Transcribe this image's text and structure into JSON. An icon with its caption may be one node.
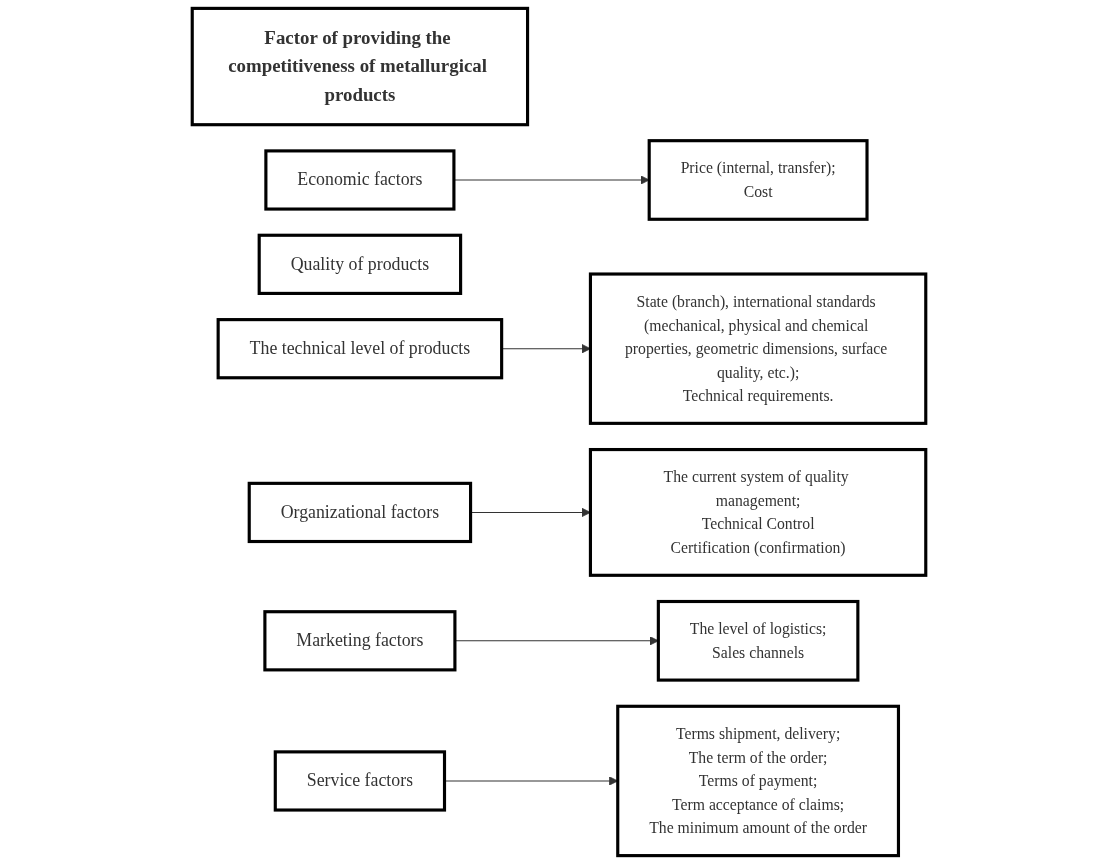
{
  "diagram": {
    "nodes": [
      {
        "text": [
          "Factor of providing the competitiveness of metallurgical products"
        ]
      },
      {
        "text": [
          "Economic factors"
        ]
      },
      {
        "text": [
          "Price (internal, transfer);",
          "Cost"
        ]
      },
      {
        "text": [
          "Quality of products"
        ]
      },
      {
        "text": [
          "The technical level of products"
        ]
      },
      {
        "text": [
          "State (branch), international standards (mechanical, physical and chemical properties, geometric dimensions, surface quality, etc.);",
          "Technical requirements."
        ]
      },
      {
        "text": [
          "Organizational factors"
        ]
      },
      {
        "text": [
          "The current system of quality management;",
          "Technical Control",
          "Certification (confirmation)"
        ]
      },
      {
        "text": [
          "Marketing factors"
        ]
      },
      {
        "text": [
          "The level of logistics;",
          "Sales channels"
        ]
      },
      {
        "text": [
          "Service factors"
        ]
      },
      {
        "text": [
          "Terms shipment, delivery;",
          "The term of the order;",
          "Terms of payment;",
          "Term acceptance of claims;",
          "The minimum amount of the order"
        ]
      }
    ],
    "edges": [
      {
        "from": 1,
        "to": 2,
        "arrow": "to"
      },
      {
        "from": 4,
        "to": 5,
        "arrow": "to"
      },
      {
        "from": 6,
        "to": 7,
        "arrow": "to"
      },
      {
        "from": 8,
        "to": 9,
        "arrow": "to"
      },
      {
        "from": 10,
        "to": 11,
        "arrow": "to"
      }
    ]
  }
}
